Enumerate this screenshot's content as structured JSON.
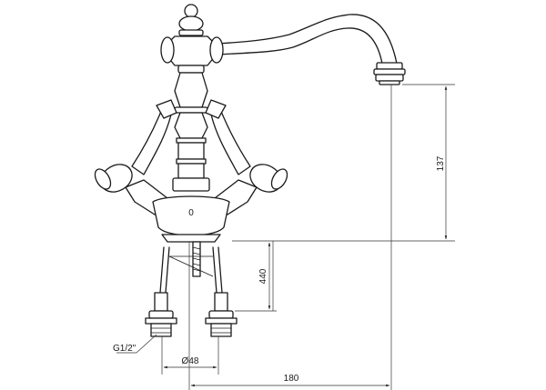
{
  "dimensions": {
    "spout_height": "137",
    "supply_length": "440",
    "reach": "180",
    "base_diameter": "Ø48",
    "thread": "G1/2\""
  },
  "body_marking": "0"
}
